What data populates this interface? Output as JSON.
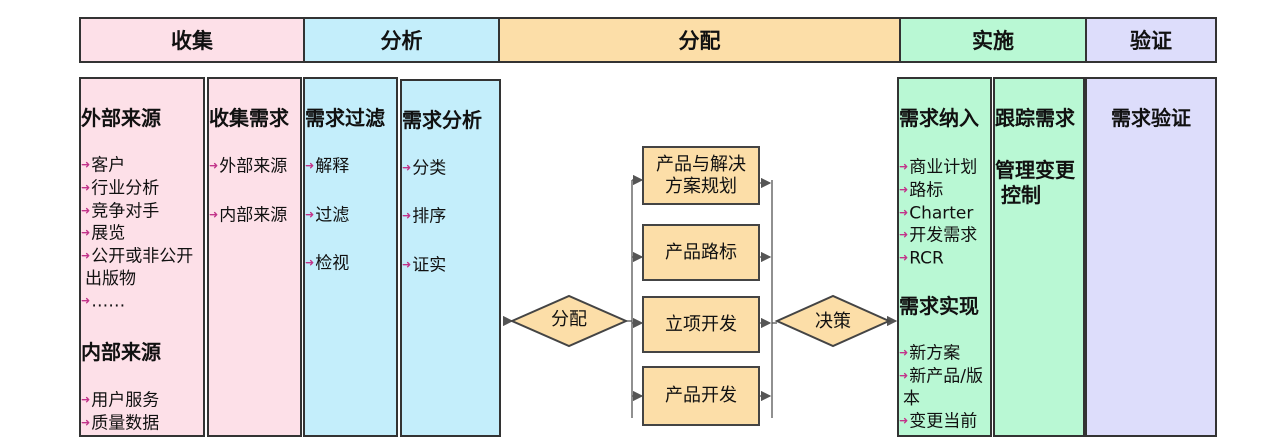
{
  "colors": {
    "collect": "#fde0e8",
    "analyze": "#c4eefb",
    "distribute": "#fcdea8",
    "implement": "#b9f8d4",
    "verify": "#ddddfb",
    "arrow": "#c2348a"
  },
  "header": {
    "collect": "收集",
    "analyze": "分析",
    "distribute": "分配",
    "implement": "实施",
    "verify": "验证"
  },
  "external_sources": {
    "title": "外部来源",
    "items": [
      "客户",
      "行业分析",
      "竞争对手",
      "展览",
      "公开或非公开",
      "出版物",
      "……"
    ]
  },
  "internal_sources": {
    "title": "内部来源",
    "items": [
      "用户服务",
      "质量数据"
    ]
  },
  "collect_needs": {
    "title": "收集需求",
    "items": [
      "外部来源",
      "内部来源"
    ]
  },
  "filter": {
    "title": "需求过滤",
    "items": [
      "解释",
      "过滤",
      "检视"
    ]
  },
  "analysis": {
    "title": "需求分析",
    "items": [
      "分类",
      "排序",
      "证实"
    ]
  },
  "distribute_flow": {
    "diamond_left": "分配",
    "diamond_right": "决策",
    "boxes": [
      "产品与解决",
      "方案规划",
      "产品路标",
      "立项开发",
      "产品开发"
    ]
  },
  "intake": {
    "title": "需求纳入",
    "items": [
      "商业计划",
      "路标",
      "Charter",
      "开发需求",
      "RCR"
    ]
  },
  "realize": {
    "title": "需求实现",
    "items": [
      "新方案",
      "新产品/版",
      "本",
      "变更当前"
    ]
  },
  "tracking": {
    "title": "跟踪需求",
    "sub1": "管理变更",
    "sub2": "控制"
  },
  "verify_col": {
    "title": "需求验证"
  }
}
